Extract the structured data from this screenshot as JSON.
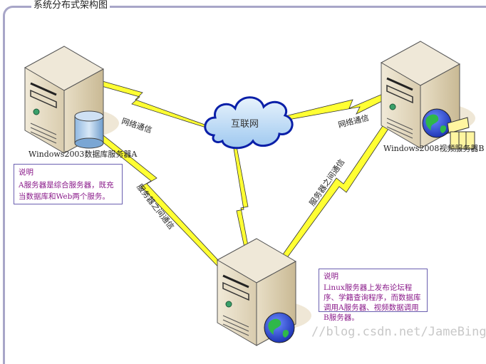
{
  "title": "系统分布式架构图",
  "cloud": {
    "label": "互联网"
  },
  "servers": [
    {
      "id": "A",
      "label": "Windows2003数据库服务器A",
      "icon": "database-icon"
    },
    {
      "id": "B",
      "label": "Windows2008视频服务器B",
      "icon": "globe-film-icon"
    },
    {
      "id": "C",
      "label": "",
      "icon": "globe-icon"
    }
  ],
  "links": {
    "a_cloud": "网络通信",
    "b_cloud": "网络通信",
    "a_c": "服务器之间通信",
    "b_c": "服务器之间通信"
  },
  "notes": {
    "a": {
      "title": "说明",
      "text": "A服务器是综合服务器，既充当数据库和Web两个服务。"
    },
    "c": {
      "title": "说明",
      "text": "Linux服务器上发布论坛程序、学籍查询程序，而数据库调用A服务器、视频数据调用B服务器。"
    }
  },
  "watermark": "//blog.csdn.net/JameBing",
  "colors": {
    "bolt": "#ffff33",
    "cloud": "#a8d0f5",
    "cloud_border": "#0a1fa8",
    "server": "#e3d8bf",
    "note_border": "#6a5fb0",
    "note_text": "#8a1a8a"
  }
}
